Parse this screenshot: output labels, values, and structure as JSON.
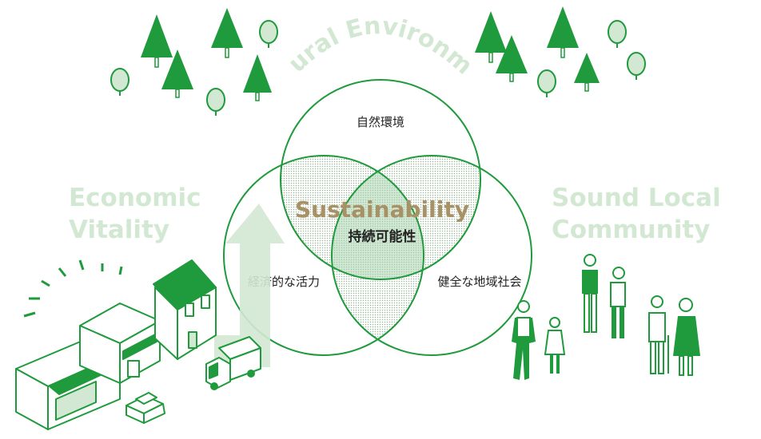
{
  "circles": {
    "top": "自然環境",
    "left": "経済的な活力",
    "right": "健全な地域社会"
  },
  "center": {
    "title": "Sustainability",
    "subtitle": "持続可能性"
  },
  "outer_labels": {
    "natural": "Natural Environment",
    "economic_line1": "Economic",
    "economic_line2": "Vitality",
    "community_line1": "Sound Local",
    "community_line2": "Community"
  },
  "colors": {
    "accent_green": "#1f9a3c",
    "pale_green": "#d3e8d3",
    "gold": "#a89164"
  }
}
